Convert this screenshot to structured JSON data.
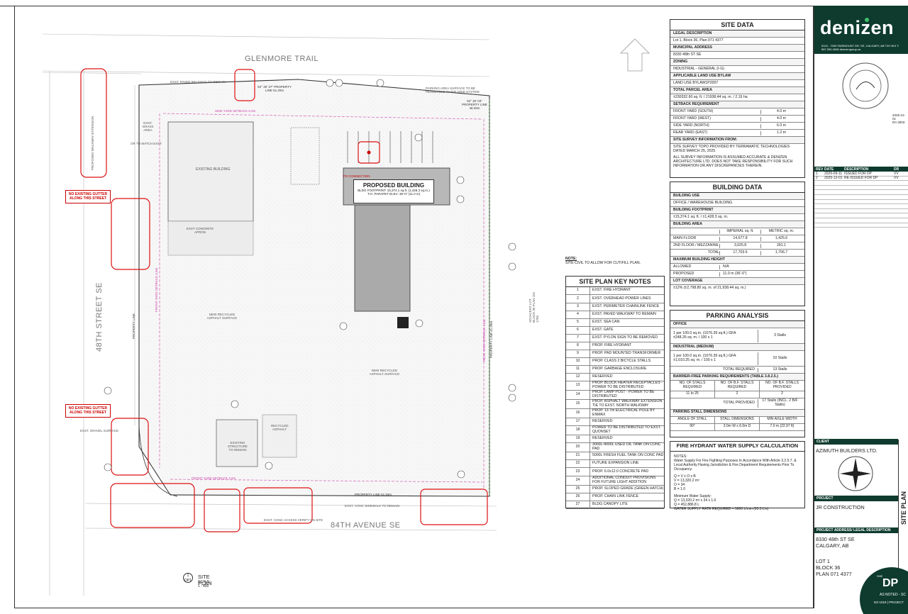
{
  "streets": {
    "north": "GLENMORE TRAIL",
    "west": "48TH STREET SE",
    "south": "84TH AVENUE SE"
  },
  "drawing": {
    "proposed_building": {
      "title": "PROPOSED BUILDING",
      "footprint": "BLDG FOOTPRINT: 15,374.1 sq.ft. (1,428.3 sq.m.)",
      "parapet": "T.O. PARAPET ELEV: 36'-0\" (11.0 m)"
    },
    "labels": {
      "existing_building": "EXISTING BUILDING",
      "existing_structure": "EXISTING STRUCTURE TO REMAIN",
      "recycled_asphalt": "RECYCLED ASPHALT",
      "new_recycled_asphalt": "NEW RECYCLED ASPHALT SURFACE",
      "new_recycled_asphalt_2": "NEW RECYCLED ASPHALT SURFACE",
      "exst_paved_walkway": "EXST. PAVED WALKWAY TO REMAIN",
      "exst_conc_sidewalk": "EXST. CONC SIDEWALK TO REMAIN",
      "exst_gravel": "EXST. GRAVEL SURFACE",
      "exst_conc_access": "EXST. CONC ACCESS VERIFY ON SITE",
      "exst_concrete_apron": "EXST CONCRETE APRON",
      "exst_grass": "EXST. GRASS AREA",
      "parking_paver": "PARKING AREA SURFACE TO BE PERMEABLE PAVER GRID SYSTEM",
      "proposed_walkway_ext": "PROPOSED WALKWAY EXTENSION",
      "side_setback": "SIDE YARD SETBACK 6.0m",
      "front_setback_west": "FRONT YARD SETBACK 4.0m",
      "front_setback_south": "FRONT YARD SETBACK 4.0m",
      "rear_setback": "REAR YARD SETBACK 1.2m",
      "property_line_n1": "94° 30' 37\" PROPERTY LINE 51.20m",
      "property_line_n2": "94° 30' 03\" PROPERTY LINE 48.25m",
      "property_line_s": "PROPERTY LINE 61.93m",
      "property_line_w": "PROPERTY LINE",
      "property_line_e": "PROPERTY LINE 41.39m",
      "fd_connection": "FD CONNECTION",
      "adjacent_lot": "ADJACENT LOT BLOCK 36 PLAN 101 1765",
      "or_match_exst": "OR TO MATCH EXST"
    },
    "red_notes": [
      "NO EXISTING GUTTER ALONG THIS STREET",
      "NO EXISTING GUTTER ALONG THIS STREET"
    ],
    "site_plan_title": {
      "number": "1",
      "sheet": "DP1",
      "name": "SITE PLAN",
      "scale": "SCALE: 1 : 400"
    },
    "civil_note": {
      "heading": "NOTE:",
      "text": "SITE CIVIL TO ALLOW FOR CUT/FILL PLAN."
    }
  },
  "site_data": {
    "title": "SITE DATA",
    "legal_description_h": "LEGAL DESCRIPTION",
    "legal_description": "Lot 1, Block 36, Plan 071 4377",
    "municipal_address_h": "MUNICIPAL ADDRESS",
    "municipal_address": "8330 48th ST SE",
    "zoning_h": "ZONING",
    "zoning": "INDUSTRIAL - GENERAL (I-G)",
    "land_use_h": "APPLICABLE LAND USE BYLAW",
    "land_use": "LAND USE BYLAW1P2007",
    "parcel_area_h": "TOTAL PARCEL AREA",
    "parcel_area": "±230332.60 sq. ft. / 21938.44 sq. m. / 2.19 ha",
    "setback_h": "SETBACK REQUIREMENT",
    "setbacks": [
      {
        "k": "FRONT YARD (SOUTH)",
        "v": "4.0 m"
      },
      {
        "k": "FRONT YARD (WEST)",
        "v": "4.0 m"
      },
      {
        "k": "SIDE YARD (NORTH)",
        "v": "6.0 m"
      },
      {
        "k": "REAR YARD (EAST)",
        "v": "1.2 m"
      }
    ],
    "survey_h": "SITE SURVEY INFORMATION FROM:",
    "survey_1": "SITE SURVEY TOPO PROVIDED BY TERRAMATIC TECHNOLOGIES DATED MARCH 25, 2025",
    "survey_2": "ALL SURVEY INFORMATION IS ASSUMED ACCURATE & DENIZEN ARCHITECTURE LTD. DOES NOT TAKE RESPONSIBILITY FOR SUCH INFORMATION OR ANY DISCREPANCIES THEREIN."
  },
  "building_data": {
    "title": "BUILDING DATA",
    "use_h": "BUILDING USE",
    "use": "OFFICE / WAREHOUSE BUILDING",
    "footprint_h": "BUILDING FOOTPRINT",
    "footprint": "±15,374.1 sq. ft. / ±1,428.3 sq. m.",
    "area_h": "BUILDING AREA",
    "col_imperial": "IMPERIAL sq. ft.",
    "col_metric": "METRIC sq. m.",
    "rows": [
      {
        "k": "MAIN FLOOR",
        "a": "14,677.8",
        "b": "1,425.6"
      },
      {
        "k": "2ND FLOOR / MEZZANINE",
        "a": "3,025.8",
        "b": "281.1"
      },
      {
        "k": "TOTAL",
        "a": "17,703.6",
        "b": "1,706.7"
      }
    ],
    "height_h": "MAXIMUM BUILDING HEIGHT",
    "allowed_k": "ALLOWED",
    "allowed_v": "N/A",
    "proposed_k": "PROPOSED",
    "proposed_v": "11.0 m (36'-0\")",
    "coverage_h": "LOT COVERAGE",
    "coverage": "±12% (±2,798.80 sq. m. of 21,938.44 sq. m.)"
  },
  "parking": {
    "title": "PARKING ANALYSIS",
    "office_h": "OFFICE",
    "office_1": "1 per 100.0 sq.m. (1076.39 sq.ft.) GFA",
    "office_2": "±248.26 sq. m. / 100 x 1",
    "office_v": "3 Stalls",
    "ind_h": "INDUSTRIAL (MEDIUM)",
    "ind_1": "1 per 100.0 sq.m. (1076.39 sq.ft.) GFA",
    "ind_2": "±1,010.25 sq. m. / 100 x 1",
    "ind_v": "10 Stalls",
    "total_req_k": "TOTAL REQUIRED",
    "total_req_v": "13 Stalls",
    "bf_h": "BARRIER-FREE PARKING REQUIREMENTS (TABLE 3.8.2.5.)",
    "bf_cols": [
      "NO. OF STALLS REQUIRED",
      "NO. OF B.F. STALLS REQUIRED",
      "NO. OF B.F. STALLS PROVIDED"
    ],
    "bf_vals": [
      "11 to 25",
      "2",
      "2"
    ],
    "total_prov_k": "TOTAL PROVIDED",
    "total_prov_v": "17 Stalls (INCL. 2 B/F Stalls)",
    "dims_h": "PARKING STALL DIMENSIONS",
    "dims_cols": [
      "ANGLE OF STALL",
      "STALL DIMENSIONS",
      "MIN AISLE WIDTH"
    ],
    "dims_vals": [
      "90°",
      "3.0m W x 6.0m D",
      "7.0 m (22.97 ft)"
    ]
  },
  "key_notes": {
    "title": "SITE PLAN KEY NOTES",
    "items": [
      {
        "n": "1",
        "t": "EXST. FIRE HYDRANT"
      },
      {
        "n": "2",
        "t": "EXST. OVERHEAD POWER LINES"
      },
      {
        "n": "3",
        "t": "EXST. PERIMETER CHAINLINK FENCE"
      },
      {
        "n": "4",
        "t": "EXST. PAVED WALKWAY TO REMAIN"
      },
      {
        "n": "5",
        "t": "EXST. SEA CAN"
      },
      {
        "n": "6",
        "t": "EXST. GATE"
      },
      {
        "n": "7",
        "t": "EXST. PYLON SIGN TO BE REMOVED"
      },
      {
        "n": "8",
        "t": "PROP. FIRE HYDRANT"
      },
      {
        "n": "9",
        "t": "PROP. PAD MOUNTED TRANSFORMER"
      },
      {
        "n": "10",
        "t": "PROP. CLASS 2 BICYCLE STALLS"
      },
      {
        "n": "11",
        "t": "PROP. GARBAGE ENCLOSURE"
      },
      {
        "n": "12",
        "t": "RESERVED"
      },
      {
        "n": "13",
        "t": "PROP. BLOCK HEATER RECEPTACLES - POWER TO BE DISTRIBUTED"
      },
      {
        "n": "14",
        "t": "PROP. LAMP POST - POWER TO BE DISTRIBUTED"
      },
      {
        "n": "15",
        "t": "PROP. ASPHALT WALKWAY EXTENSION TIE TO EXST. NORTH WALKWAY"
      },
      {
        "n": "16",
        "t": "PROP. 13.7m ELECTRICAL POLE BY ENMAX"
      },
      {
        "n": "17",
        "t": "RESERVED"
      },
      {
        "n": "18",
        "t": "POWER TO BE DISTRIBUTED TO EXST. QUONSET"
      },
      {
        "n": "19",
        "t": "RESERVED"
      },
      {
        "n": "20",
        "t": "3000L-4000L USED OIL TANK ON CONC PAD"
      },
      {
        "n": "21",
        "t": "5000L FRESH FUEL TANK ON CONC PAD"
      },
      {
        "n": "22",
        "t": "FUTURE EXPANSION LINE"
      },
      {
        "n": "23",
        "t": "PROP. 6.0x12.0 CONCRETE PAD"
      },
      {
        "n": "24",
        "t": "ADDITIONAL CONDUIT PROVISIONS FOR FUTURE LIGHT ADDITION"
      },
      {
        "n": "25",
        "t": "PROP. SLOPED GRADE (GREEN HATCH)"
      },
      {
        "n": "26",
        "t": "PROP. CHAIN LINK FENCE"
      },
      {
        "n": "27",
        "t": "BLDG CANOPY LITE"
      }
    ]
  },
  "hydrant": {
    "title": "FIRE HYDRANT WATER SUPPLY CALCULATION",
    "notes_h": "NOTES:",
    "notes": "Water Supply For Fire Fighting Purposes In Accordance With Article 3.2.5.7. & Local Authority Having Jurisdiction & Fire Department Requirements Prior To Occupancy.",
    "f1": "Q = V x O x B",
    "f2": "V = 13,320.2 m³",
    "f3": "O = 34",
    "f4": "B = 1.0",
    "min_h": "Minimum Water Supply:",
    "m1": "Q = 13,320.2 m³ x 34 x 1.0",
    "m2": "Q = 452,886.8 L",
    "rate": "WATER SUPPLY RATE REQUIRED = 5800 L/min (93.3 L/s)"
  },
  "title_block": {
    "brand": "denizen",
    "address": "5104 - 7005 FAIRMOUNT DR. SE, CALGARY, AB T2H 0K4   T: 587.390.4008   denizengroup.ca",
    "stamp_date": "2025-12-01",
    "stamp_ra": "RA 3003",
    "rev_headers": [
      "REV",
      "DATE",
      "DESCRIPTION",
      "DR"
    ],
    "revisions": [
      {
        "rev": "1",
        "date": "2025-09-11",
        "desc": "ISSUED FOR DP",
        "dr": "VV"
      },
      {
        "rev": "2",
        "date": "2025-12-01",
        "desc": "RE-ISSUED FOR DP",
        "dr": "VV"
      }
    ],
    "client_h": "CLIENT",
    "client": "AZIMUTH BUILDERS LTD.",
    "project_h": "PROJECT",
    "project": "JR CONSTRUCTION",
    "address_h": "PROJECT ADDRESS/ LEGAL DESCRIPTION",
    "addr_1": "8330 48th ST SE",
    "addr_2": "CALGARY, AB",
    "lot": "LOT 1",
    "block": "BLOCK 36",
    "plan": "PLAN 071 4377",
    "sheet_title": "SITE PLAN",
    "sheet_no": "DP",
    "sheet_label": "SHE",
    "as_noted": "AS NOTED - SC",
    "project_no": "DZ-1019 | PROJECT"
  }
}
